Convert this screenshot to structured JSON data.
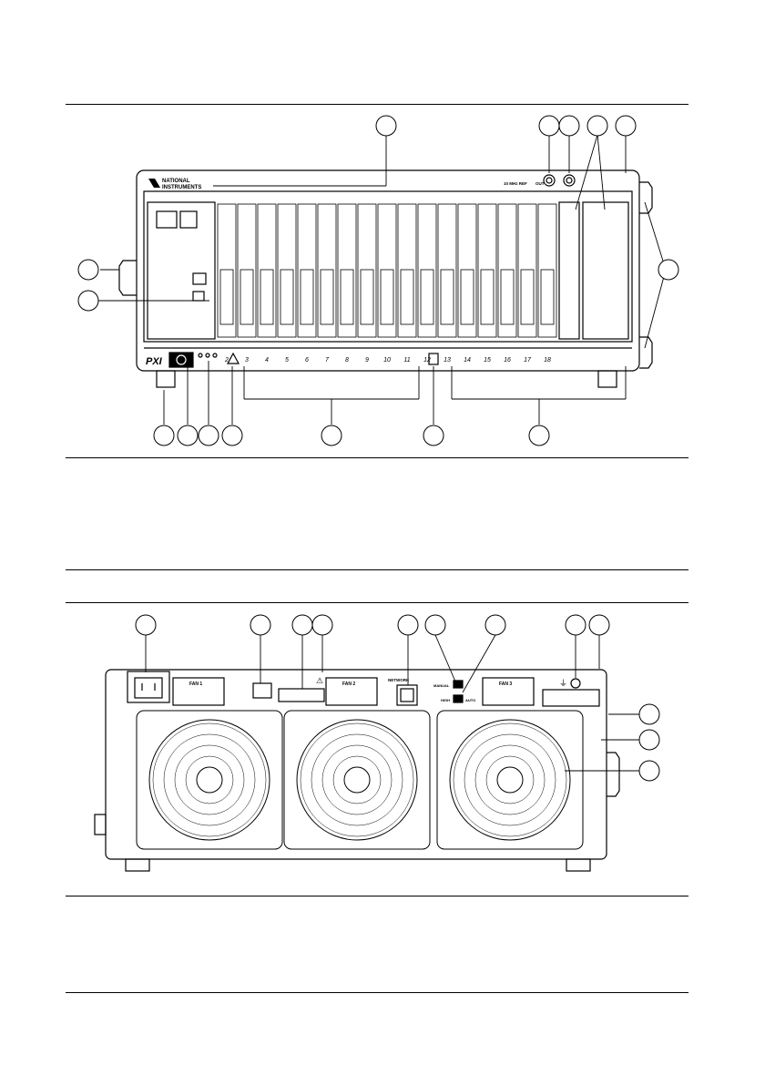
{
  "front_panel": {
    "logo_line1": "NATIONAL",
    "logo_line2": "INSTRUMENTS",
    "pxi_label": "PXI",
    "ref_in_label": "10 MHz REF",
    "ref_out_label": "OUT",
    "slot_labels": [
      "2",
      "3",
      "4",
      "5",
      "6",
      "7",
      "8",
      "9",
      "10",
      "11",
      "12",
      "13",
      "14",
      "15",
      "16",
      "17",
      "18"
    ]
  },
  "rear_panel": {
    "fan1_label": "FAN 1",
    "fan2_label": "FAN 2",
    "fan3_label": "FAN 3",
    "mode_manual": "MANUAL",
    "mode_auto": "AUTO",
    "speed_high": "HIGH",
    "network_label": "NETWORK",
    "ground_symbol": "⏚",
    "warning_symbol": "⚠"
  },
  "colors": {
    "line": "#000000",
    "paper": "#ffffff",
    "gray": "#9a9a9a"
  }
}
